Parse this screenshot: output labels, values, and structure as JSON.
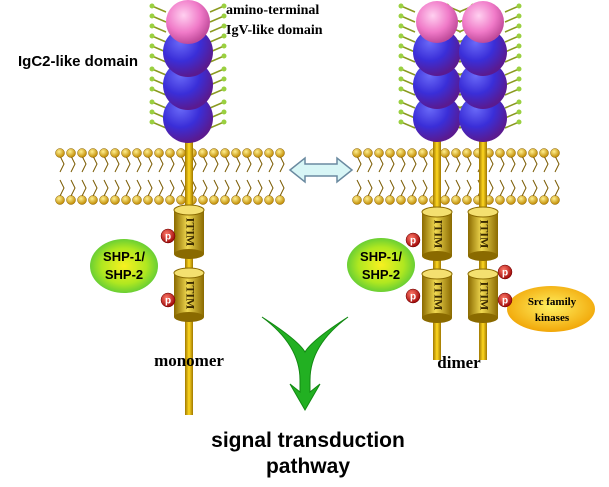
{
  "labels": {
    "amino_terminal": "amino-terminal",
    "igv_domain": "IgV-like domain",
    "igc2_domain": "IgC2-like domain",
    "itim": "ITIM",
    "phospho": "p",
    "shp_line1": "SHP-1/",
    "shp_line2": "SHP-2",
    "src_line1": "Src family",
    "src_line2": "kinases",
    "monomer": "monomer",
    "dimer": "dimer",
    "signal_line1": "signal transduction",
    "signal_line2": "pathway"
  },
  "colors": {
    "igv_domain": "#f07ac8",
    "igc2_domain": "#4a2fd0",
    "stalk": "#e0b800",
    "membrane_head": "#d9a400",
    "itim_cylinder": "#d4b010",
    "phospho": "#c81818",
    "shp_blob": "#8fe030",
    "src_blob": "#f0b000",
    "arrow_green": "#22b022",
    "exchange_arrow": "#d8f6f6"
  }
}
